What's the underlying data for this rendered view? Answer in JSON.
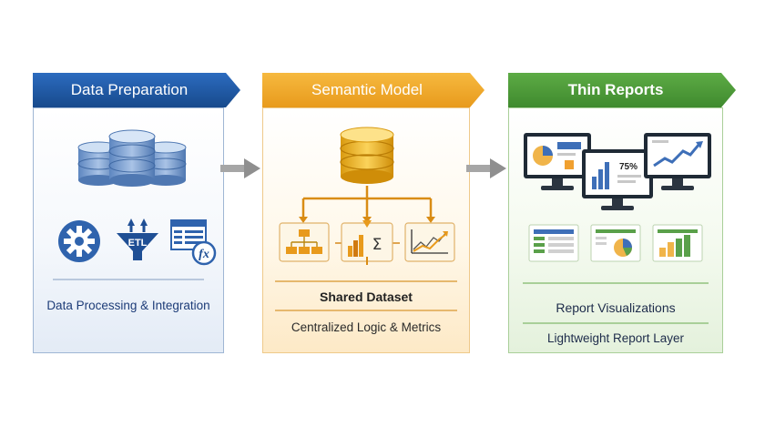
{
  "panels": [
    {
      "title": "Data Preparation",
      "icons": [
        "database-cluster-icon",
        "gear-icon",
        "etl-funnel-icon",
        "table-formula-icon"
      ],
      "etl_label": "ETL",
      "formula_label": "fx",
      "caption": "Data Processing & Integration",
      "color": "#1f5aa6"
    },
    {
      "title": "Semantic Model",
      "icons": [
        "database-icon",
        "hierarchy-icon",
        "sum-chart-icon",
        "trend-chart-icon"
      ],
      "sum_label": "Σ",
      "caption_strong": "Shared Dataset",
      "caption": "Centralized Logic & Metrics",
      "color": "#f0a830"
    },
    {
      "title": "Thin Reports",
      "icons": [
        "monitor-pie-icon",
        "monitor-bar-icon",
        "monitor-trend-icon",
        "report-card-table-icon",
        "report-card-pie-icon",
        "report-card-bar-icon"
      ],
      "kpi_label": "75%",
      "caption_strong": "Report Visualizations",
      "caption": "Lightweight Report Layer",
      "color": "#4e9a3a"
    }
  ],
  "colors": {
    "arrow": "#9a9a9a",
    "caption_text": "#1d2b4a"
  }
}
